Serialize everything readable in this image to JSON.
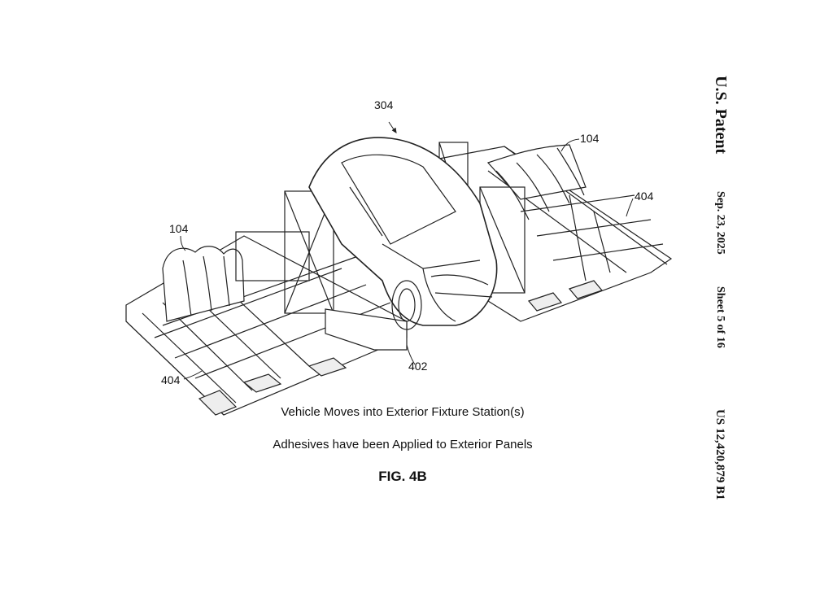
{
  "header": {
    "patent_label": "U.S. Patent",
    "date": "Sep. 23, 2025",
    "sheet": "Sheet 5 of 16",
    "patent_number": "US 12,420,879 B1"
  },
  "figure": {
    "reference_numerals": {
      "vehicle": "304",
      "fixture_top_right": "104",
      "platform_right": "404",
      "fixture_left": "104",
      "platform_left": "404",
      "base": "402"
    },
    "caption_line1": "Vehicle Moves into Exterior Fixture Station(s)",
    "caption_line2": "Adhesives have been Applied to Exterior Panels",
    "label": "FIG. 4B"
  }
}
